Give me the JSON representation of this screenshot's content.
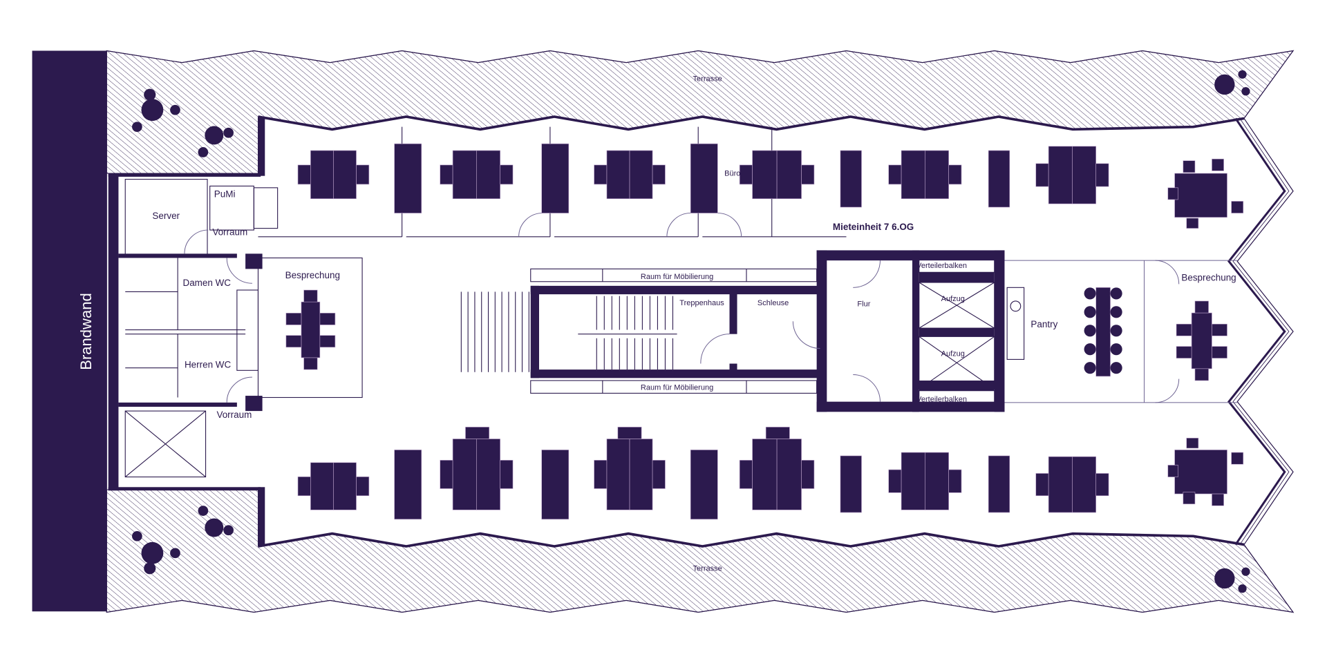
{
  "plan": {
    "unit_title": "Mieteinheit 7 6.OG",
    "fire_wall": "Brandwand",
    "terrace_top": "Terrasse",
    "terrace_bottom": "Terrasse",
    "office": "Büro",
    "colors": {
      "ink": "#2c1a4e",
      "background": "#ffffff"
    }
  },
  "rooms": {
    "server": "Server",
    "pumi": "PuMi",
    "vestibule_top": "Vorraum",
    "ladies_wc": "Damen WC",
    "mens_wc": "Herren WC",
    "vestibule_bottom": "Vorraum",
    "meeting_left": "Besprechung",
    "furnishing_space_top": "Raum für Möbilierung",
    "furnishing_space_bottom": "Raum für Möbilierung",
    "stairwell": "Treppenhaus",
    "airlock": "Schleuse",
    "corridor": "Flur",
    "distribution_top": "Verteilerbalken",
    "elevator_1": "Aufzug",
    "elevator_2": "Aufzug",
    "distribution_bottom": "Verteilerbalken",
    "pantry": "Pantry",
    "meeting_right": "Besprechung"
  }
}
